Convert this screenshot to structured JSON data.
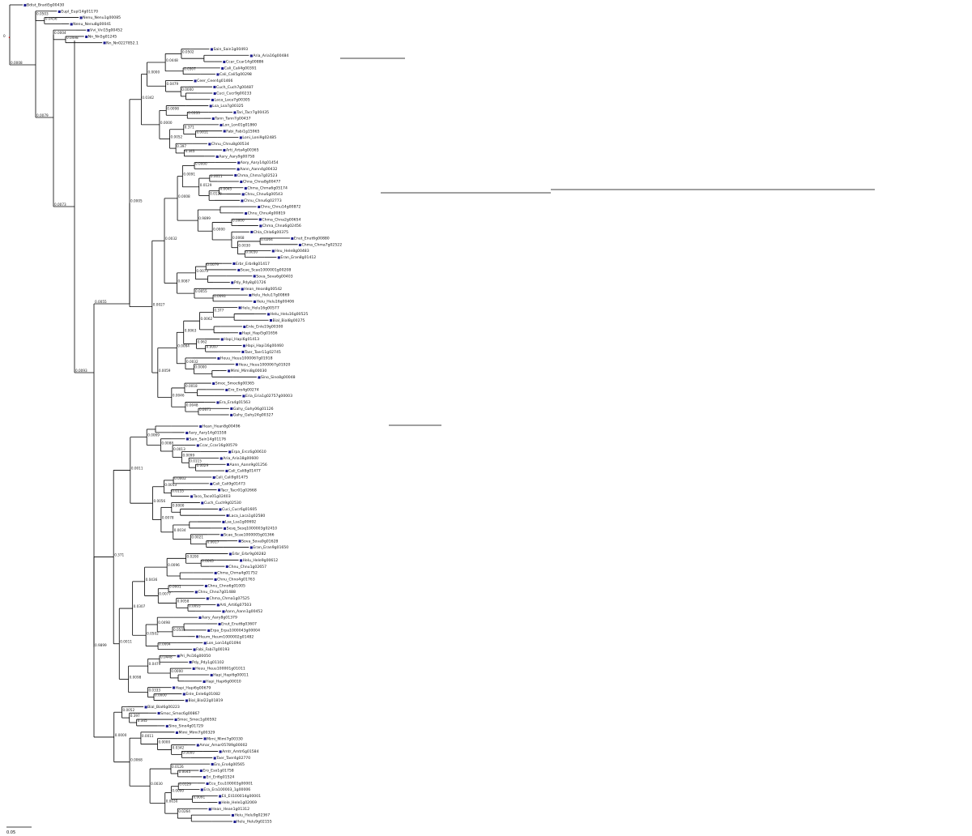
{
  "colors": {
    "branch": "#000000",
    "tip_marker": "#1a1a8c",
    "background": "#ffffff",
    "root_marker": "#cc0000"
  },
  "tree": {
    "root_label": "0",
    "scale_bar_label": "0.05",
    "tips_top": [
      "Bdist_Bradi5g00430",
      "Eupl_Eupl14g01170",
      "Nenu_Nenu1g00085",
      "Nenu_Nenu8g00041",
      "Vvi_Vvi15g00452",
      "Nn_Nn5g01245",
      "Nn_Nn0227852.1",
      "Sain_Sain1g00493",
      "Aria_Aria16g00484",
      "Ccar_Ccar14g00886",
      "Cali_Cali4g00391",
      "Cali_Cali5g00298",
      "Ceer_Ceer4g01466",
      "Cuch_Cuch7g00487",
      "Cuci_Cucr9g00233",
      "Laca_Laca7g00305",
      "Lsa_Lsa7g00325",
      "Tari_Tacr7g00435",
      "Tann_Tann7g00437",
      "Lon_Lon01g01860",
      "Fabi_Fabi1g15965",
      "Loni_Loni9g02485",
      "Chnu_Chnu8g00534",
      "Arti_Arta4g00365",
      "Aary_Aary9g00758",
      "Aary_Aary14g01454",
      "Aann_Aann4g00432",
      "Chma_Chma7g02523",
      "Chna_Chna8g00477",
      "Chma_Chma6g05174",
      "Chnu_Chnu6g00543",
      "Chnu_Chnu6g02773",
      "Chnu_Chnu14g00872",
      "Chnu_Chnu4g00819",
      "Chma_Chna2g00654",
      "Chma_Chna6g02456",
      "Chla_Chla6g00375",
      "Enut_Enut6g00880",
      "Chma_Chma7g02522",
      "Heu_Hele8g00483",
      "Eran_Eran8g01412",
      "Erbr_Erbr8g01417",
      "Scae_Scae1000001g00208",
      "Sova_Sova6g00403",
      "Pdy_Pdy8g01726",
      "Hean_Hean8g00542",
      "Helu_Helu17g00869",
      "Heiu_Helu16g00406",
      "Helu_Helu16g00577",
      "Helu_Helu16g00525",
      "Bial_Bial8g00275",
      "Enle_Enle19g00300",
      "Hapi_Hapi5g01656",
      "Hapi_Hapi6g01413",
      "Hapi_Hapi16g00460",
      "Taer_Taer11g02745",
      "Heuu_Heuu1000067g01918",
      "Hesu_Heuu1000067g01920",
      "Mimi_Mimi8g00030",
      "Sino_Sino8g00048",
      "Smoc_Smoc6g00365",
      "Ero_Ero4g00274",
      "Eria_Eria1g02757g00003",
      "Era_Era4g01563",
      "Gahy_Gahy06g01126",
      "Gahy_Gahy24g00327"
    ],
    "tips_bottom": [
      "Hean_Hean8g00496",
      "Aary_Aary14g01558",
      "Sain_Sain14g01176",
      "Ccar_Ccar16g00579",
      "Erpa_Ercc6g00610",
      "Aria_Aria18g00600",
      "Aann_Aann9g01256",
      "Cali_Cali8g01477",
      "Cali_Cali9g01475",
      "Cali_Cali9g01473",
      "Tacr_Tacr01g02668",
      "Taco_Taco01g02403",
      "Cuch_Cuch9g02530",
      "Cuci_Cucr6g01605",
      "Laca_Laca1g02580",
      "Lsa_Lsa1g00692",
      "Sesq_Sesq1000003g02410",
      "Scae_Scae1000005g01366",
      "Sova_Sova9g01628",
      "Eran_Eran9g01650",
      "Erbr_Erbr9g00282",
      "Helu_Hele9g00612",
      "Chnu_Chnu1g02657",
      "Chma_Chma4g01752",
      "Chnu_Chno4g01763",
      "Chnu_Chno6g01005",
      "Chnu_Chno7g01488",
      "Chma_Chma1g07525",
      "Arti_Arti6g07503",
      "Aann_Aann1g00452",
      "Aary_Aary8g01379",
      "Enut_Enut6g03607",
      "Erpa_Erpa1000043g00004",
      "Heum_Heum1000002g01482",
      "Lon_Lon14g01094",
      "Fabi_Fabi7g00193",
      "Pri_Psi16g00050",
      "Pdy_Pdy1g01102",
      "Heuu_Heuu100001g01011",
      "Hapi_Hapi6g00011",
      "Hapi_Hapi6g00010",
      "Hapi_Hapi6g00679",
      "Enle_Enle6g01082",
      "Bial_Bial22g01819",
      "Bial_Bial6g00223",
      "Smoc_Smoc6g00867",
      "Smoc_Smoc1g00592",
      "Sino_Sino4g01729",
      "Mimi_Mimi7g00329",
      "Mimi_Mimi7g00330",
      "Amar_Amar05789g00002",
      "Amtr_Amtr6g01584",
      "Taer_Taer4g02770",
      "Ero_Ero4g00565",
      "Ero_Eso1g01758",
      "Eri_Eri6g01524",
      "Ecu_Ecu100003g00001",
      "Era_Era100003_1g00006",
      "Eli_Eli100014g00001",
      "Hele_Hele1g02069",
      "Hean_Hean1g01312",
      "Heiu_Helu9g02367",
      "Helu_Helu9g02155"
    ],
    "support_values": [
      "0.0436",
      "0.0503",
      "0.0498",
      "0.0004",
      "0.0502",
      "0.0307",
      "0.0448",
      "0.0000",
      "0.0479",
      "0.0000",
      "0.0333",
      "0.0098",
      "0.0011",
      "0.371",
      "0.345",
      "0.397",
      "0.0052",
      "0.0000",
      "0.0342",
      "0.0000",
      "0.0011",
      "0.0045",
      "0.0126",
      "0.0129",
      "0.0091",
      "0.0000",
      "0.0264",
      "0.0030",
      "0.0030",
      "0.0068",
      "0.0000",
      "0.9899",
      "0.0008",
      "0.0079",
      "0.0073",
      "0.0093",
      "0.0055",
      "0.0087",
      "0.0032",
      "0.377",
      "0.0062",
      "0.0097",
      "0.062",
      "0.0063",
      "0.0000",
      "0.0032",
      "0.0064",
      "0.0018",
      "0.0071",
      "0.0048",
      "0.0046",
      "0.0059",
      "0.0027",
      "0.0005",
      "0.0029",
      "0.0115",
      "0.0099",
      "0.0013",
      "0.0088",
      "0.0069",
      "0.0002",
      "0.0133",
      "0.0053",
      "0.0000",
      "0.0017",
      "0.0021",
      "0.0034",
      "0.0078",
      "0.0056",
      "0.0011",
      "0.0045",
      "0.0200",
      "0.0096",
      "0.0001",
      "0.0093",
      "0.0058",
      "0.0077"
    ]
  }
}
